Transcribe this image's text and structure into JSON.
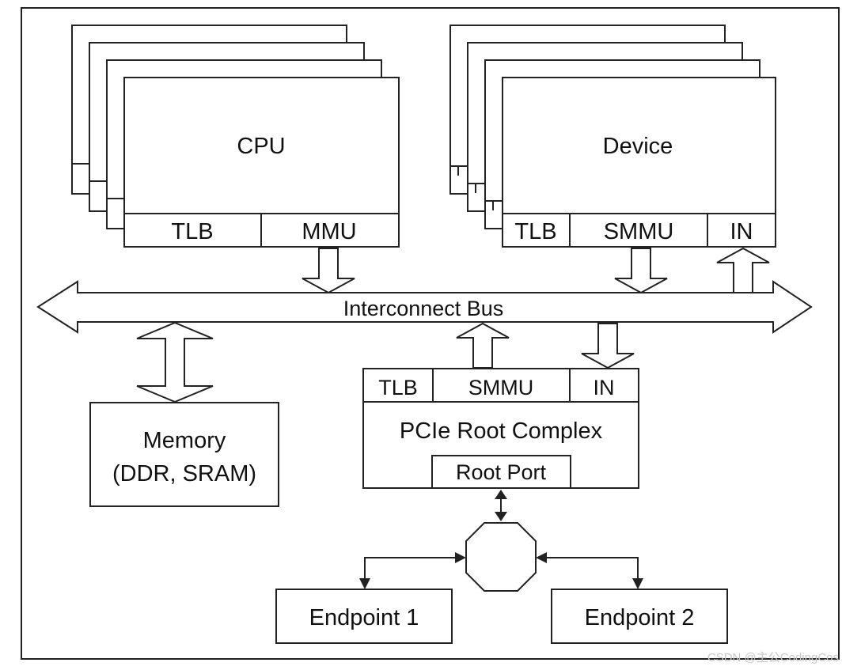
{
  "cpu": {
    "title": "CPU",
    "tlb": "TLB",
    "mmu": "MMU"
  },
  "device": {
    "title": "Device",
    "tlb": "TLB",
    "smmu": "SMMU",
    "in": "IN"
  },
  "bus": {
    "label": "Interconnect Bus"
  },
  "memory": {
    "line1": "Memory",
    "line2": "(DDR, SRAM)"
  },
  "pcie": {
    "tlb": "TLB",
    "smmu": "SMMU",
    "in": "IN",
    "title": "PCIe Root Complex",
    "root_port": "Root Port"
  },
  "endpoints": {
    "ep1": "Endpoint 1",
    "ep2": "Endpoint 2"
  },
  "watermark": "CSDN @主公CodingCos"
}
